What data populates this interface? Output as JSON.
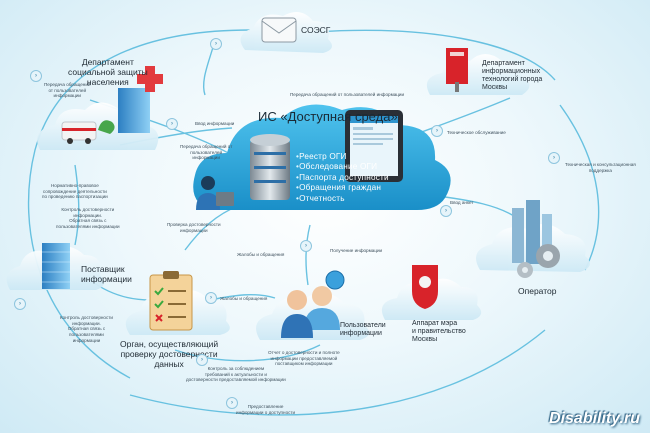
{
  "main": {
    "title": "ИС «Доступная среда»",
    "items": [
      "Реестр ОГИ",
      "Обследование ОГИ",
      "Паспорта доступности",
      "Обращения граждан",
      "Отчетность"
    ]
  },
  "nodes": {
    "soesg": "СОЭСГ",
    "social": "Департамент\nсоциальной защиты\nнаселения",
    "it_dept": "Департамент\nинформационных\nтехнологий города\nМосквы",
    "provider": "Поставщик\nинформации",
    "operator": "Оператор",
    "control": "Орган, осуществляющий\nпроверку достоверности\nданных",
    "users": "Пользователи\nинформации",
    "mayor": "Аппарат мэра\nи правительство\nМосквы"
  },
  "flows": {
    "f_social_top": "Передача обращений\nот пользователей\nинформации",
    "f_soesg_left": "Передача обращений от пользователей информации",
    "f_input": "Ввод информации",
    "f_social_mid": "Передача обращений от\nпользователей\nинформации",
    "f_tech": "Техническое обслуживание",
    "f_consult": "Техническая и консультационная\nподдержка",
    "f_norm": "Нормативно-правовое\nсопровождение деятельности\nпо проведению паспортизации",
    "f_ctrl": "Контроль достоверности\nинформации.\nОбратная связь с\nпользователями информации",
    "f_check": "Проверка достоверности\nинформации",
    "f_complaints": "Жалобы и обращения",
    "f_receive": "Получение информации",
    "f_data_entry": "Ввод анкет",
    "f_complaints2": "Жалобы и обращения",
    "f_ctrl2": "Контроль достоверности\nинформации.\nОбратная связь с\nпользователями\nинформации",
    "f_report": "Отчет о достоверности и полноте\nинформации предоставляемой\nпоставщиком информации",
    "f_control_req": "Контроль за соблюдением\nтребований к актуальности и\nдостоверности предоставляемой информации",
    "f_provide": "Предоставление\nинформации о доступности"
  },
  "watermark": "Disability.ru",
  "colors": {
    "accent": "#1aa3d6",
    "wire": "#5bbcde",
    "cloud": "#2fb0e2",
    "red": "#d8232a"
  }
}
